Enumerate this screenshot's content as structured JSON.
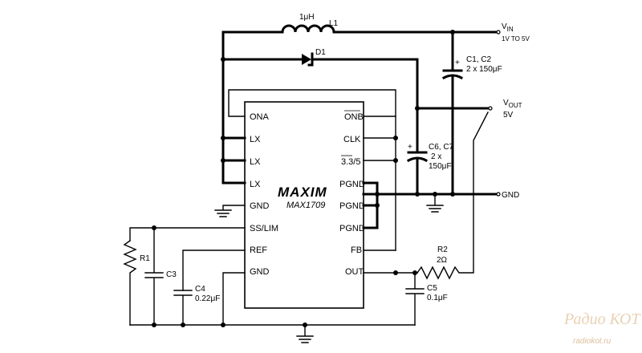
{
  "ic": {
    "brand": "MAXIM",
    "part": "MAX1709",
    "left_pins": [
      "ONA",
      "LX",
      "LX",
      "LX",
      "GND",
      "SS/LIM",
      "REF",
      "GND"
    ],
    "right_pins": [
      "ONB",
      "CLK",
      "3.3/5",
      "PGND",
      "PGND",
      "PGND",
      "FB",
      "OUT"
    ]
  },
  "components": {
    "inductor": {
      "value": "1μH",
      "ref": "L1"
    },
    "diode": {
      "ref": "D1"
    },
    "input_caps": {
      "ref": "C1, C2",
      "value": "2 x 150μF"
    },
    "output_caps": {
      "ref": "C6, C7",
      "value_line1": "2 x",
      "value_line2": "150μF"
    },
    "r1": {
      "ref": "R1"
    },
    "c3": {
      "ref": "C3"
    },
    "c4": {
      "ref": "C4",
      "value": "0.22μF"
    },
    "r2": {
      "ref": "R2",
      "value": "2Ω"
    },
    "c5": {
      "ref": "C5",
      "value": "0.1μF"
    }
  },
  "nets": {
    "vin": {
      "name": "V",
      "sub": "IN",
      "range": "1V TO 5V"
    },
    "vout": {
      "name": "V",
      "sub": "OUT",
      "value": "5V"
    },
    "gnd": "GND"
  },
  "watermark": {
    "title": "Радио КОТ",
    "url": "radiokot.ru"
  }
}
